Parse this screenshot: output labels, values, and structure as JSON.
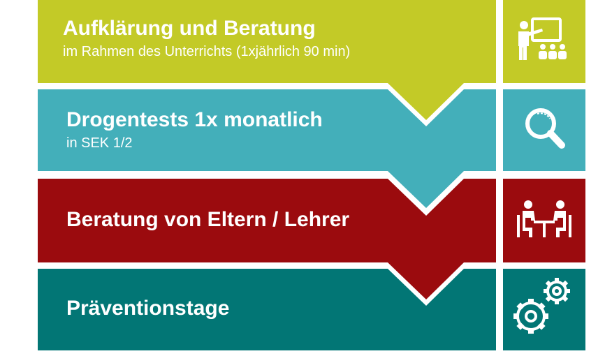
{
  "colors": {
    "step1": "#C3CA27",
    "step2": "#43AFBA",
    "step3": "#9B0B0E",
    "step4": "#027675",
    "icon_fg": "#ffffff"
  },
  "steps": [
    {
      "title": "Aufklärung und Beratung",
      "subtitle": "im Rahmen des Unterrichts (1xjährlich 90 min)",
      "icon": "presentation-teacher-icon"
    },
    {
      "title": "Drogentests 1x monatlich",
      "subtitle": "in SEK 1/2",
      "icon": "magnifier-search-icon"
    },
    {
      "title": "Beratung von Eltern / Lehrer",
      "subtitle": "",
      "icon": "meeting-table-icon"
    },
    {
      "title": "Präventionstage",
      "subtitle": "",
      "icon": "gears-icon"
    }
  ]
}
